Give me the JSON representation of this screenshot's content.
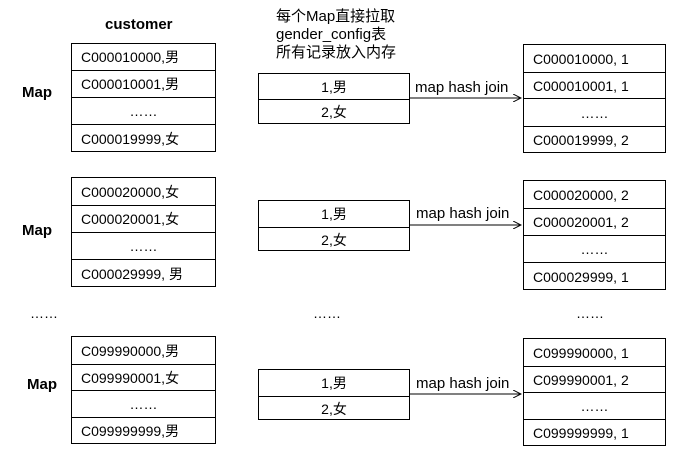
{
  "header": {
    "customer_title": "customer",
    "note_lines": [
      "每个Map直接拉取",
      "gender_config表",
      "所有记录放入内存"
    ]
  },
  "groups": [
    {
      "map_label": "Map",
      "customer_rows": [
        "C000010000,男",
        "C000010001,男",
        "……",
        "C000019999,女"
      ],
      "config_rows": [
        "1,男",
        "2,女"
      ],
      "join_label": "map hash join",
      "result_rows": [
        "C000010000,  1",
        "C000010001,  1",
        "……",
        "C000019999,  2"
      ]
    },
    {
      "map_label": "Map",
      "customer_rows": [
        "C000020000,女",
        "C000020001,女",
        "……",
        "C000029999, 男"
      ],
      "config_rows": [
        "1,男",
        "2,女"
      ],
      "join_label": "map hash join",
      "result_rows": [
        "C000020000,  2",
        "C000020001,  2",
        "……",
        "C000029999,  1"
      ]
    },
    {
      "map_label": "Map",
      "customer_rows": [
        "C099990000,男",
        "C099990001,女",
        "……",
        "C099999999,男"
      ],
      "config_rows": [
        "1,男",
        "2,女"
      ],
      "join_label": "map hash join",
      "result_rows": [
        "C099990000,  1",
        "C099990001,  2",
        "……",
        "C099999999,  1"
      ]
    }
  ],
  "ellipsis": {
    "left": "……",
    "middle": "……",
    "right": "……"
  }
}
